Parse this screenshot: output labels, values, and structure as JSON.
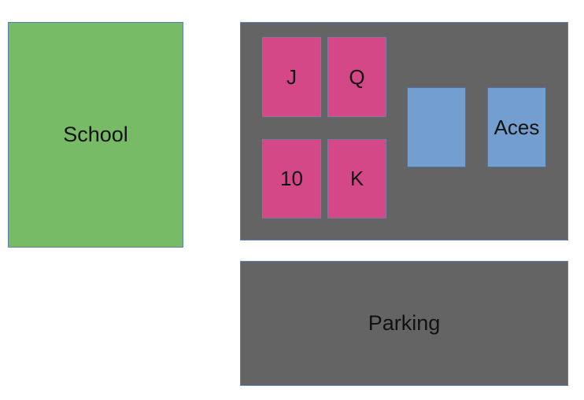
{
  "colors": {
    "school_fill": "#78bb67",
    "block_fill": "#646464",
    "card_fill": "#d54887",
    "blue_fill": "#729fcf"
  },
  "school": {
    "label": "School"
  },
  "parking": {
    "label": "Parking"
  },
  "cards": {
    "j": "J",
    "q": "Q",
    "ten": "10",
    "k": "K"
  },
  "blue_boxes": {
    "left": "",
    "right": "Aces"
  }
}
